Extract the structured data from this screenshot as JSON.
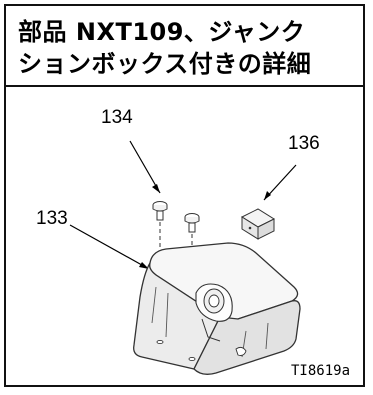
{
  "title": {
    "line1": "部品 NXT109、ジャンク",
    "line2": "ションボックス付きの詳細"
  },
  "callouts": {
    "part_134": "134",
    "part_136": "136",
    "part_133": "133"
  },
  "figure_id": "TI8619a"
}
